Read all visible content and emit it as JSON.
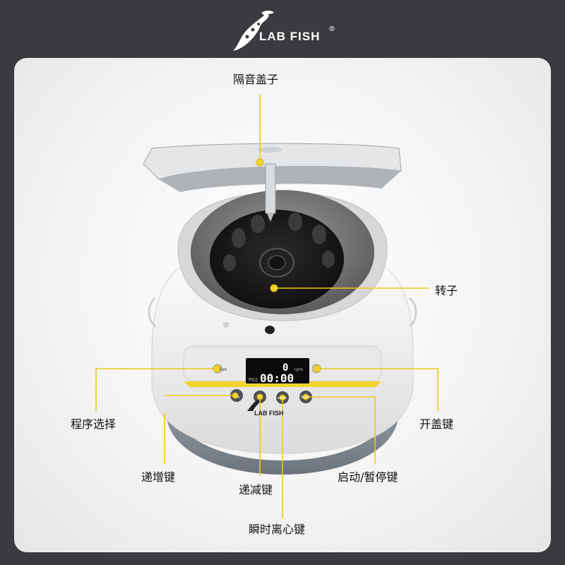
{
  "brand": {
    "name": "LAB FISH",
    "reg_mark": "®",
    "logo_icon": "fish-logo-icon"
  },
  "labels": {
    "lid": "隔音盖子",
    "rotor": "转子",
    "program_select": "程序选择",
    "open_lid": "开盖键",
    "increment": "递增键",
    "decrement": "递减键",
    "start_pause": "启动/暂停键",
    "short_spin": "瞬时离心键"
  },
  "panel": {
    "display_value": "0",
    "display_time": "00:00",
    "set_label": "Set",
    "short_label": "short",
    "start_label": "Start",
    "unit_label": "rpm",
    "program_label": "P02",
    "panel_brand": "LAB FISH"
  },
  "colors": {
    "accent": "#f2d22e",
    "background": "#3a3b3e",
    "line": "#f0c81a"
  }
}
